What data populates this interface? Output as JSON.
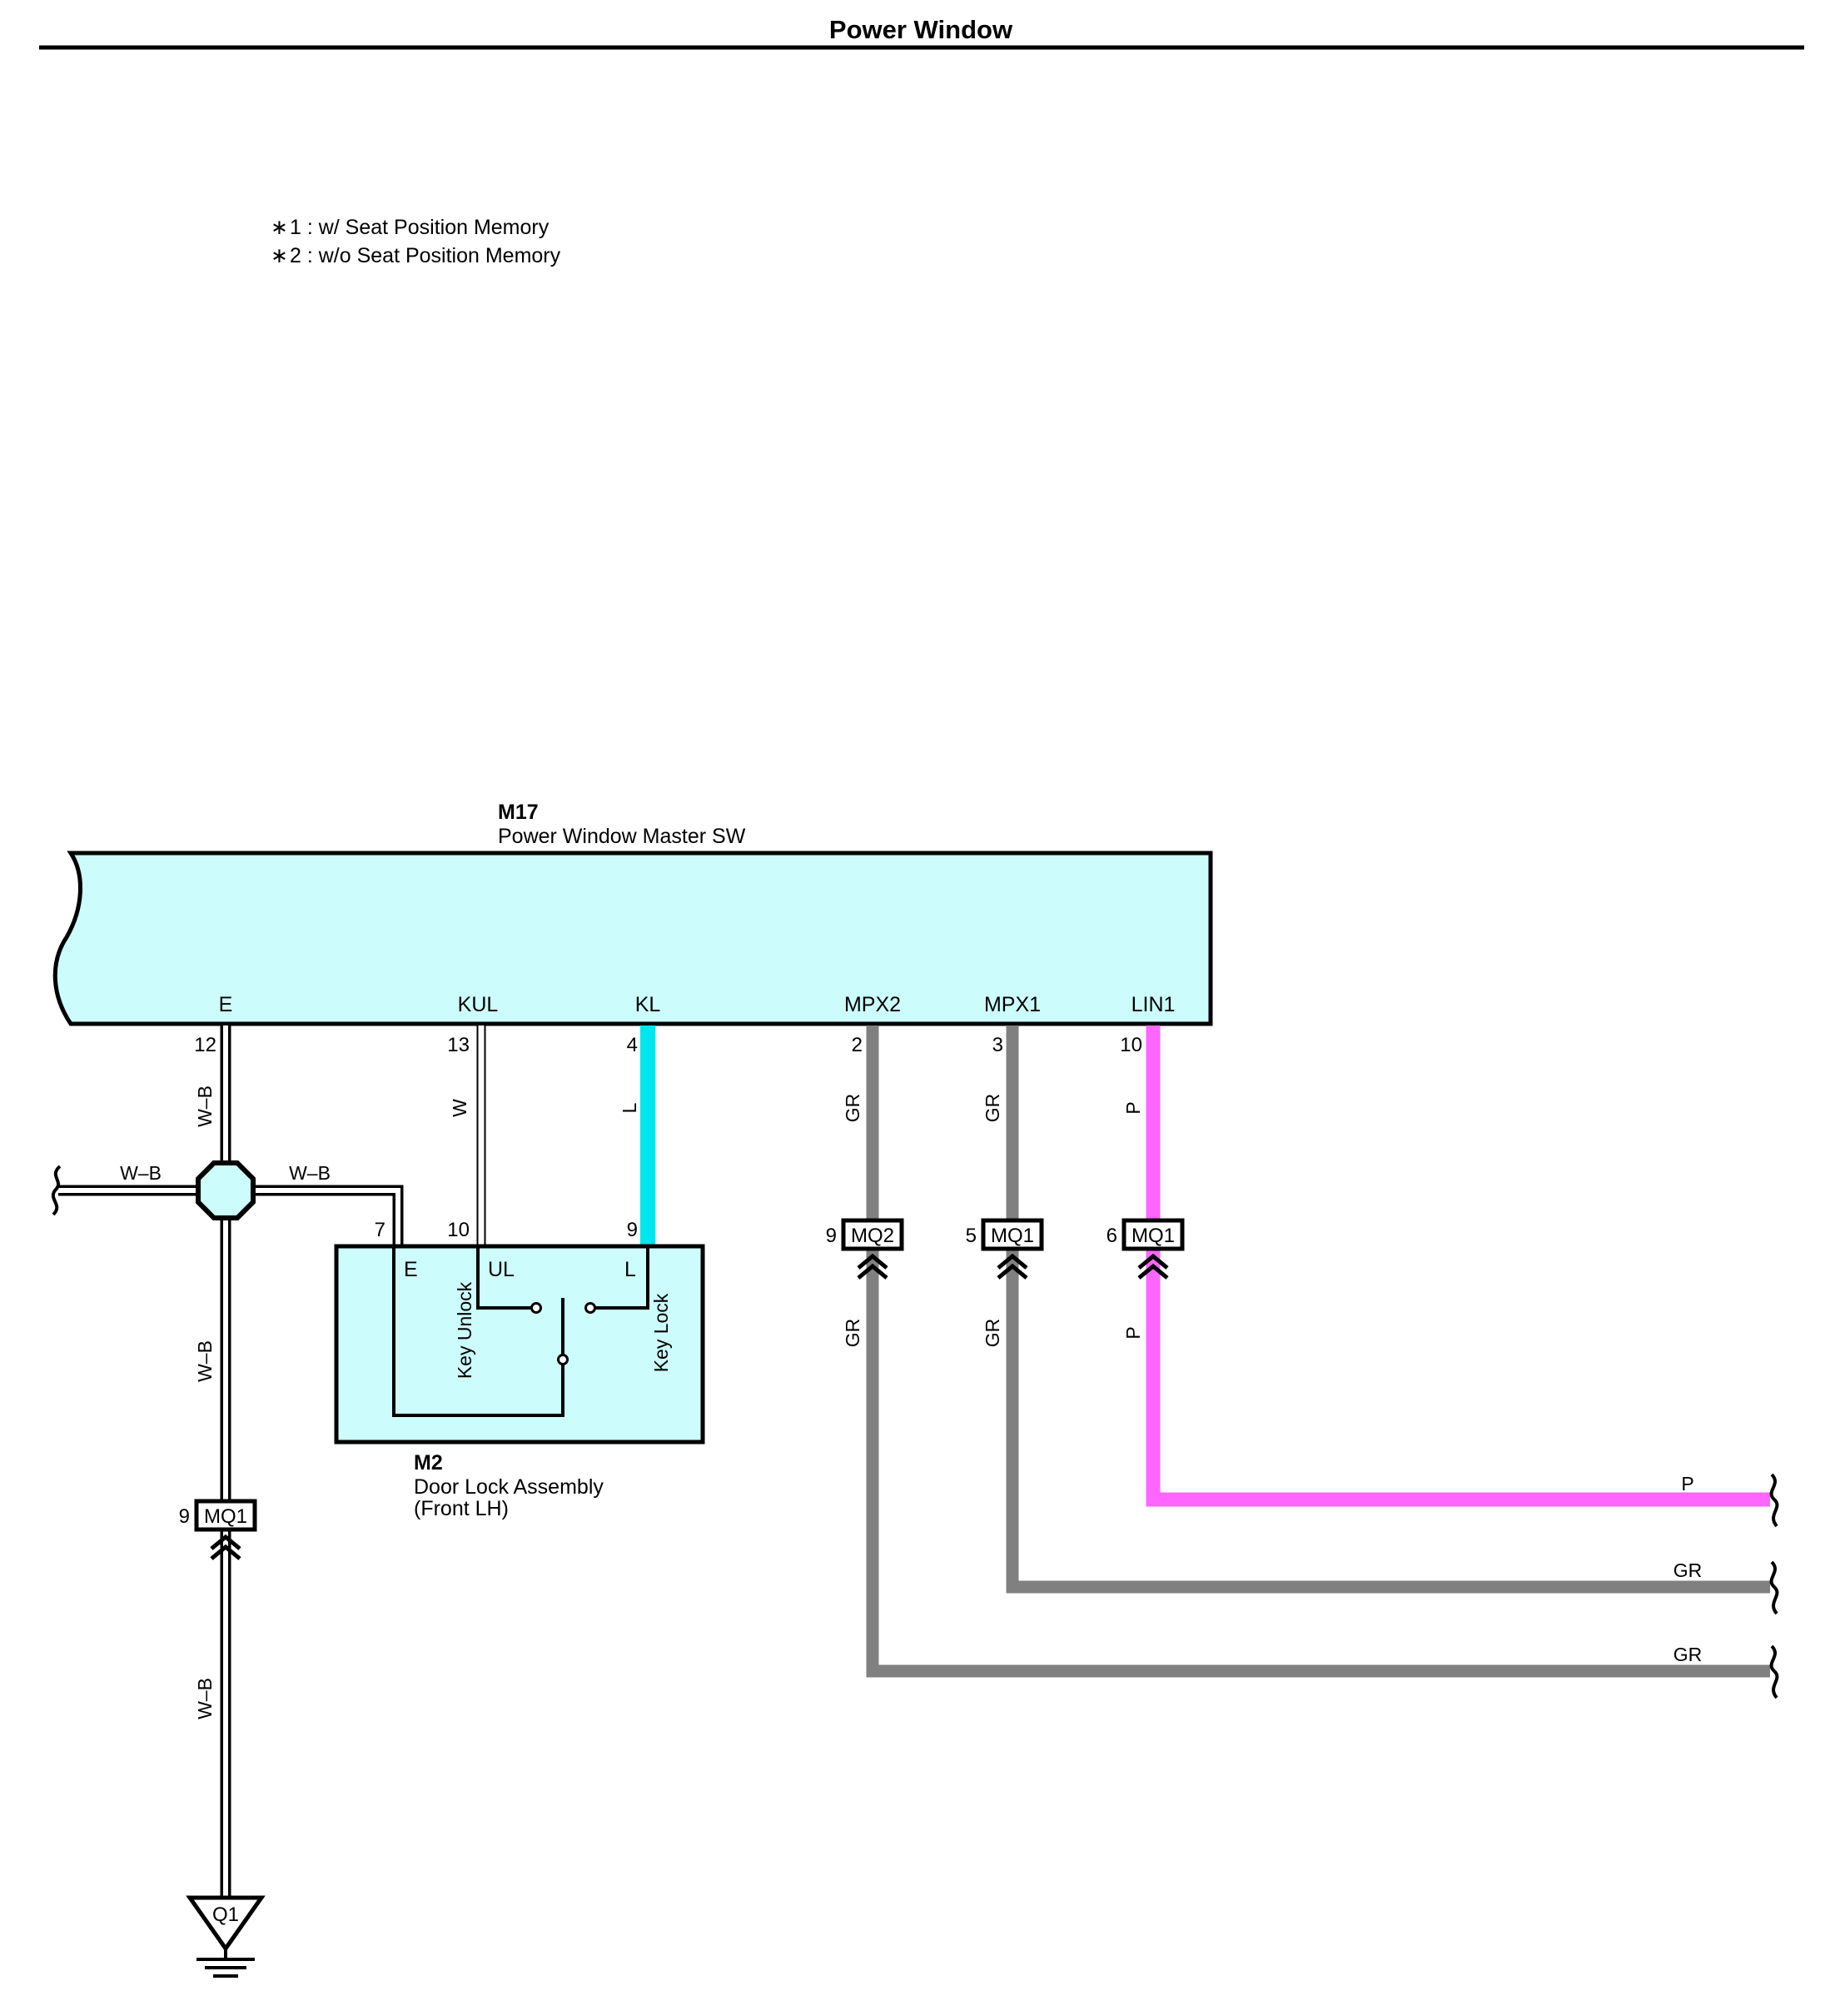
{
  "title": "Power Window",
  "notes": [
    {
      "mark": "∗",
      "text": "1 : w/ Seat Position Memory"
    },
    {
      "mark": "∗",
      "text": "2 : w/o Seat Position Memory"
    }
  ],
  "colors": {
    "component_fill": "#ccfcfc",
    "wire_L": "#00e5ee",
    "wire_GR": "#808080",
    "wire_P": "#ff66ff",
    "wire_outline": "#000000"
  },
  "components": {
    "master_switch": {
      "id": "M17",
      "name": "Power Window Master SW"
    },
    "door_lock": {
      "id": "M2",
      "name": "Door Lock Assembly",
      "sub": "(Front LH)"
    }
  },
  "master_terminals": [
    {
      "name": "E",
      "pin": "12",
      "wire": "W–B"
    },
    {
      "name": "KUL",
      "pin": "13",
      "wire": "W"
    },
    {
      "name": "KL",
      "pin": "4",
      "wire": "L"
    },
    {
      "name": "MPX2",
      "pin": "2",
      "wire": "GR"
    },
    {
      "name": "MPX1",
      "pin": "3",
      "wire": "GR"
    },
    {
      "name": "LIN1",
      "pin": "10",
      "wire": "P"
    }
  ],
  "door_lock_terminals": [
    {
      "name": "E",
      "pin": "7"
    },
    {
      "name": "UL",
      "pin": "10"
    },
    {
      "name": "L",
      "pin": "9"
    }
  ],
  "door_lock_labels": {
    "unlock": "Key Unlock",
    "lock": "Key Lock"
  },
  "junction_wires": {
    "left": "W–B",
    "right": "W–B",
    "down": "W–B"
  },
  "connectors": [
    {
      "label": "MQ2",
      "pin": "9",
      "wire_below": "GR"
    },
    {
      "label": "MQ1",
      "pin": "5",
      "wire_below": "GR"
    },
    {
      "label": "MQ1",
      "pin": "6",
      "wire_below": "P"
    },
    {
      "label": "MQ1",
      "pin": "9",
      "wire_below": "W–B"
    }
  ],
  "ground": {
    "label": "Q1"
  },
  "outgoing_wires": [
    "P",
    "GR",
    "GR"
  ]
}
